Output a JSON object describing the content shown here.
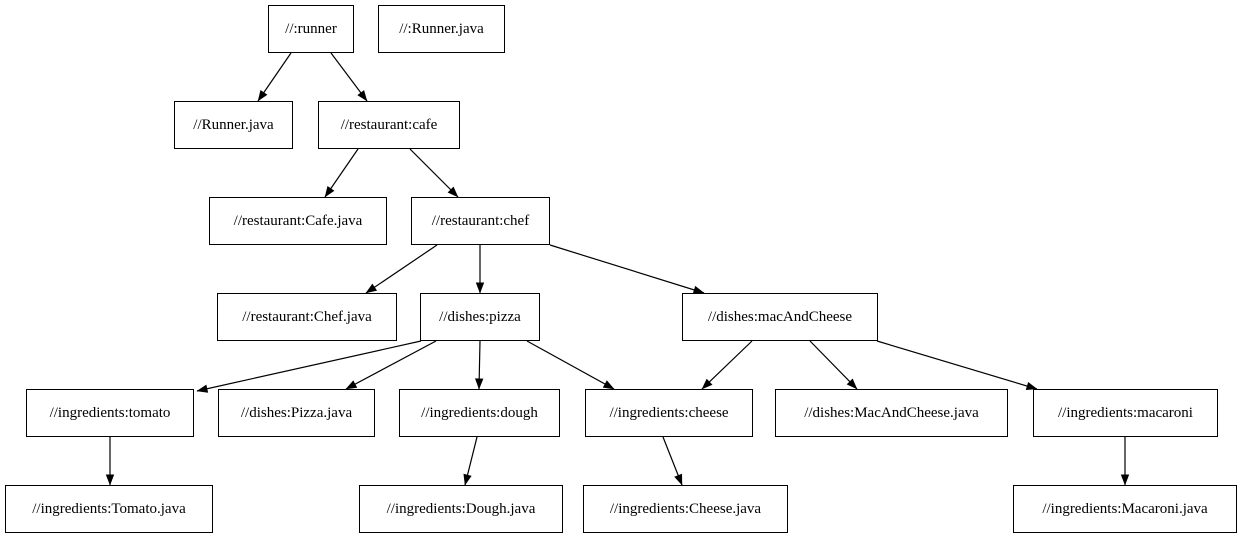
{
  "graph": {
    "type": "dependency-graph",
    "background_color": "#ffffff",
    "node_fill_color": "#ffffff",
    "node_border_color": "#000000",
    "edge_color": "#000000",
    "text_color": "#000000",
    "nodes": [
      {
        "id": "runner",
        "label": "//:runner"
      },
      {
        "id": "root-runner-java",
        "label": "//:Runner.java"
      },
      {
        "id": "runner-java",
        "label": "//Runner.java"
      },
      {
        "id": "cafe",
        "label": "//restaurant:cafe"
      },
      {
        "id": "cafe-java",
        "label": "//restaurant:Cafe.java"
      },
      {
        "id": "chef",
        "label": "//restaurant:chef"
      },
      {
        "id": "chef-java",
        "label": "//restaurant:Chef.java"
      },
      {
        "id": "pizza",
        "label": "//dishes:pizza"
      },
      {
        "id": "mac-and-cheese",
        "label": "//dishes:macAndCheese"
      },
      {
        "id": "tomato",
        "label": "//ingredients:tomato"
      },
      {
        "id": "pizza-java",
        "label": "//dishes:Pizza.java"
      },
      {
        "id": "dough",
        "label": "//ingredients:dough"
      },
      {
        "id": "cheese",
        "label": "//ingredients:cheese"
      },
      {
        "id": "mac-and-cheese-java",
        "label": "//dishes:MacAndCheese.java"
      },
      {
        "id": "macaroni",
        "label": "//ingredients:macaroni"
      },
      {
        "id": "tomato-java",
        "label": "//ingredients:Tomato.java"
      },
      {
        "id": "dough-java",
        "label": "//ingredients:Dough.java"
      },
      {
        "id": "cheese-java",
        "label": "//ingredients:Cheese.java"
      },
      {
        "id": "macaroni-java",
        "label": "//ingredients:Macaroni.java"
      }
    ],
    "edges": [
      {
        "from": "runner",
        "to": "runner-java"
      },
      {
        "from": "runner",
        "to": "cafe"
      },
      {
        "from": "cafe",
        "to": "cafe-java"
      },
      {
        "from": "cafe",
        "to": "chef"
      },
      {
        "from": "chef",
        "to": "chef-java"
      },
      {
        "from": "chef",
        "to": "pizza"
      },
      {
        "from": "chef",
        "to": "mac-and-cheese"
      },
      {
        "from": "pizza",
        "to": "tomato"
      },
      {
        "from": "pizza",
        "to": "pizza-java"
      },
      {
        "from": "pizza",
        "to": "dough"
      },
      {
        "from": "pizza",
        "to": "cheese"
      },
      {
        "from": "mac-and-cheese",
        "to": "cheese"
      },
      {
        "from": "mac-and-cheese",
        "to": "mac-and-cheese-java"
      },
      {
        "from": "mac-and-cheese",
        "to": "macaroni"
      },
      {
        "from": "tomato",
        "to": "tomato-java"
      },
      {
        "from": "dough",
        "to": "dough-java"
      },
      {
        "from": "cheese",
        "to": "cheese-java"
      },
      {
        "from": "macaroni",
        "to": "macaroni-java"
      }
    ]
  }
}
